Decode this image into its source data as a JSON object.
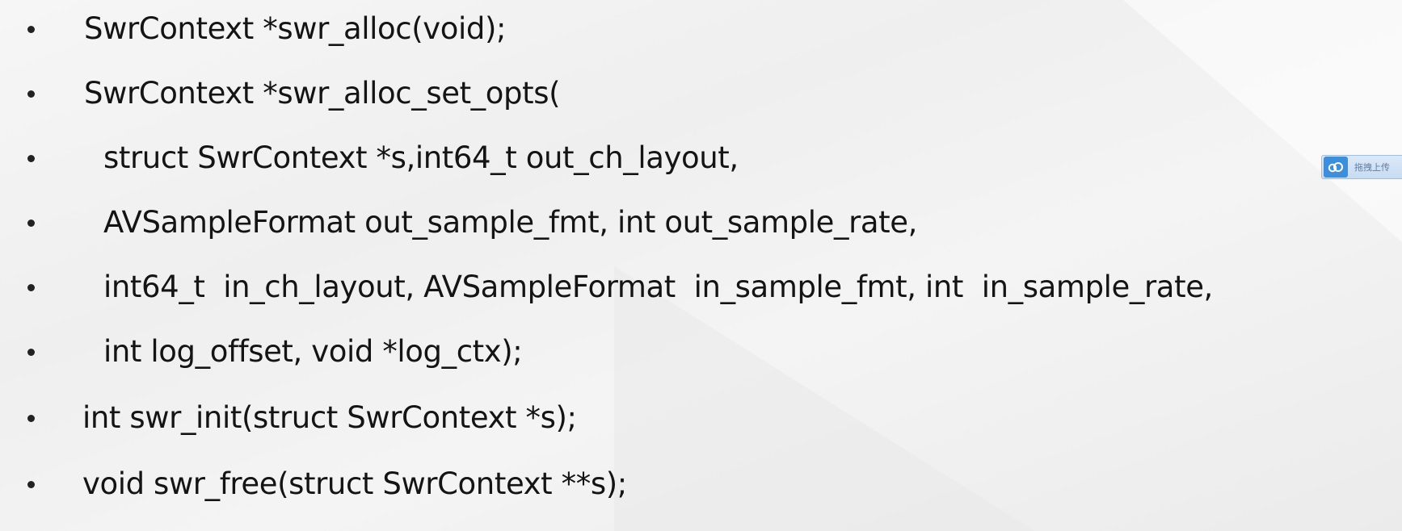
{
  "lines": [
    "SwrContext *swr_alloc(void);",
    "SwrContext *swr_alloc_set_opts(",
    "struct SwrContext *s,int64_t out_ch_layout,",
    "AVSampleFormat out_sample_fmt, int out_sample_rate,",
    "int64_t  in_ch_layout, AVSampleFormat  in_sample_fmt, int  in_sample_rate,",
    "int log_offset, void *log_ctx);",
    "int swr_init(struct SwrContext *s);",
    "void swr_free(struct SwrContext **s);"
  ],
  "badge": {
    "icon": "cloud-icon",
    "text": "拖拽上传"
  }
}
